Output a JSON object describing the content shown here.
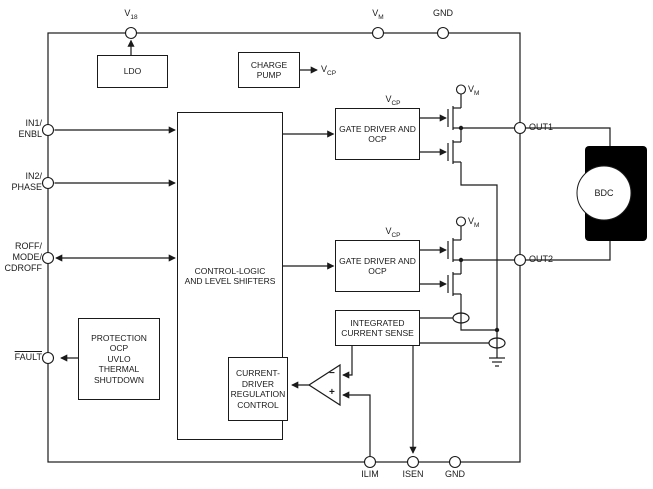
{
  "pins": {
    "v18": {
      "base": "V",
      "sub": "18"
    },
    "vm_top": {
      "base": "V",
      "sub": "M"
    },
    "gnd_top": "GND",
    "in1": {
      "line1": "IN1/",
      "line2": "ENBL"
    },
    "in2": {
      "line1": "IN2/",
      "line2": "PHASE"
    },
    "roff": {
      "line1": "ROFF/",
      "line2": "MODE/",
      "line3": "CDROFF"
    },
    "fault": "FAULT",
    "out1": "OUT1",
    "out2": "OUT2",
    "ilim": "ILIM",
    "isen": "ISEN",
    "gnd_bottom": "GND"
  },
  "blocks": {
    "ldo": "LDO",
    "charge_pump": {
      "line1": "CHARGE",
      "line2": "PUMP"
    },
    "control_logic": {
      "line1": "CONTROL-LOGIC",
      "line2": "AND LEVEL SHIFTERS"
    },
    "gate_driver_top": {
      "line1": "GATE DRIVER AND",
      "line2": "OCP"
    },
    "gate_driver_bottom": {
      "line1": "GATE DRIVER AND",
      "line2": "OCP"
    },
    "integrated_current_sense": {
      "line1": "INTEGRATED",
      "line2": "CURRENT SENSE"
    },
    "current_driver_regulation": {
      "line1": "CURRENT-",
      "line2": "DRIVER",
      "line3": "REGULATION",
      "line4": "CONTROL"
    },
    "protection": {
      "line1": "PROTECTION",
      "line2": "OCP",
      "line3": "UVLO",
      "line4": "THERMAL",
      "line5": "SHUTDOWN"
    }
  },
  "nets": {
    "vcp_pump_out": {
      "base": "V",
      "sub": "CP"
    },
    "vcp_gate_driver_top": {
      "base": "V",
      "sub": "CP"
    },
    "vcp_gate_driver_bottom": {
      "base": "V",
      "sub": "CP"
    },
    "vm_bridge_top": {
      "base": "V",
      "sub": "M"
    },
    "vm_bridge_bottom": {
      "base": "V",
      "sub": "M"
    }
  },
  "comparator": {
    "minus_label": "−",
    "plus_label": "+"
  },
  "motor": {
    "label": "BDC"
  },
  "colors": {
    "line": "#1a1a1a",
    "background": "#ffffff",
    "motor_fill": "#000000"
  }
}
